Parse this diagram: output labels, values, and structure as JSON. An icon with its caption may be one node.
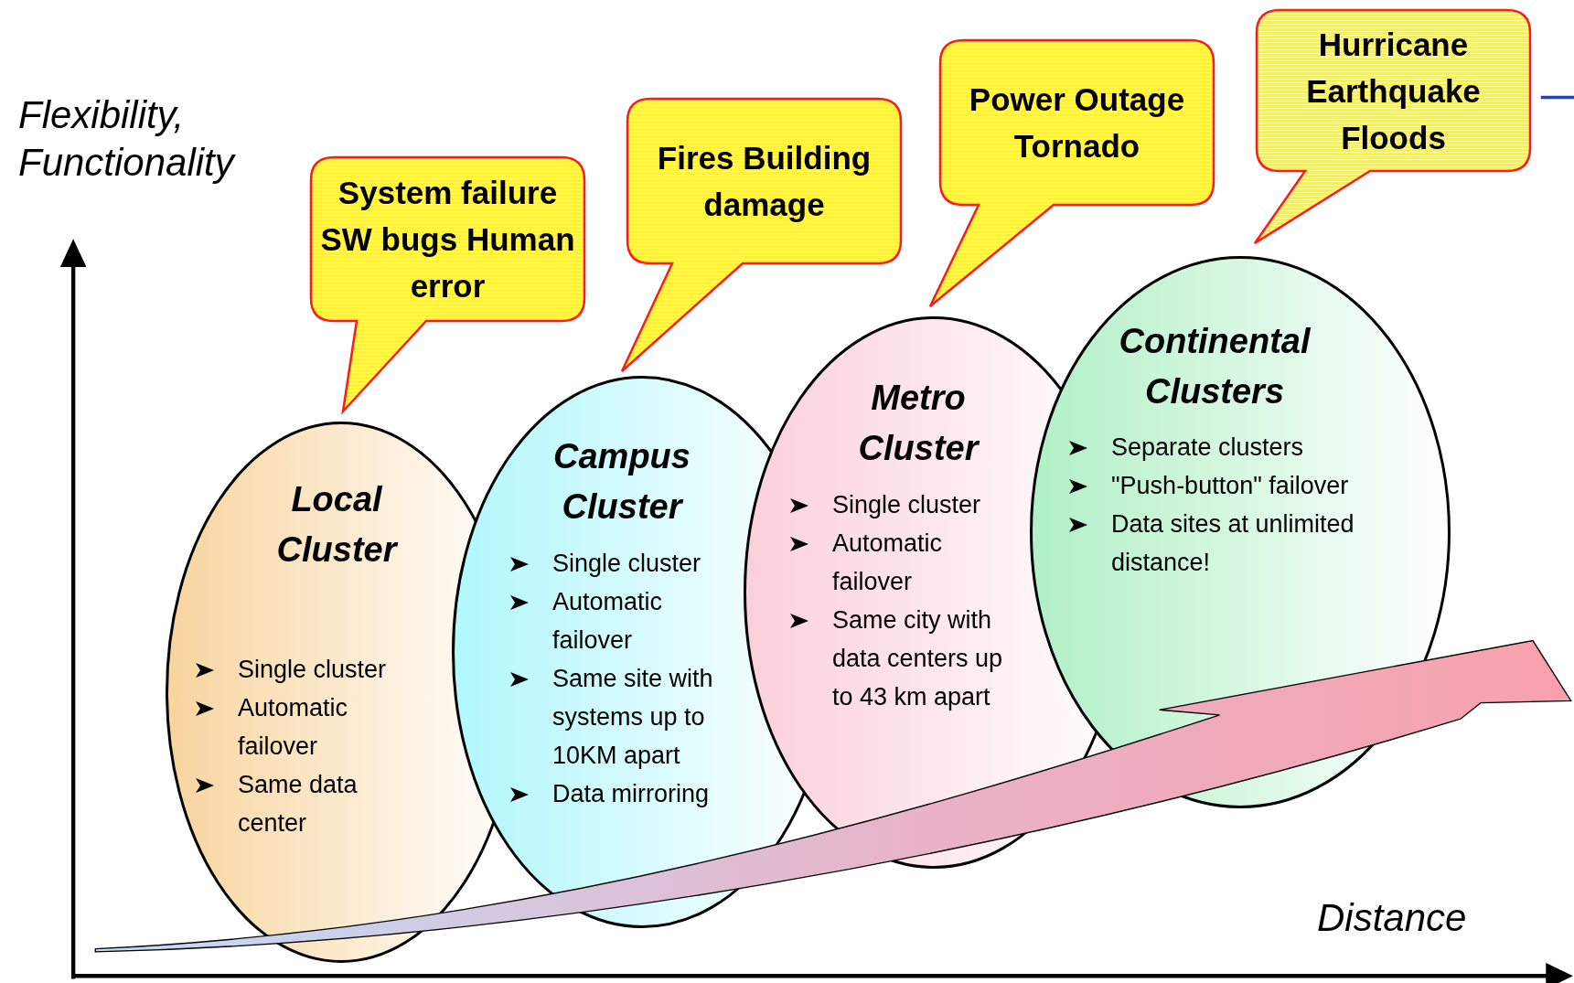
{
  "diagram": {
    "nodes": [
      {
        "text": [
          "System failure SW bugs Human error"
        ]
      },
      {
        "text": [
          "Fires Building damage"
        ]
      },
      {
        "text": [
          "Power Outage Tornado"
        ]
      },
      {
        "text": [
          "Hurricane Earthquake Floods"
        ]
      },
      {
        "text": [
          "Local Cluster",
          "Single cluster",
          "Automatic failover",
          "Same data center"
        ]
      },
      {
        "text": [
          "Campus Cluster",
          "Single cluster",
          "Automatic failover",
          "Same site with systems up to 10KM apart",
          "Data mirroring"
        ]
      },
      {
        "text": [
          "Metro Cluster",
          "Single cluster",
          "Automatic failover",
          "Same city with data centers up to 43 km apart"
        ]
      },
      {
        "text": [
          "Continental Clusters",
          "Separate clusters",
          "\"Push-button\" failover",
          "Data sites at unlimited distance!"
        ]
      }
    ],
    "labels": [
      "Flexibility, Functionality",
      "Distance"
    ]
  }
}
